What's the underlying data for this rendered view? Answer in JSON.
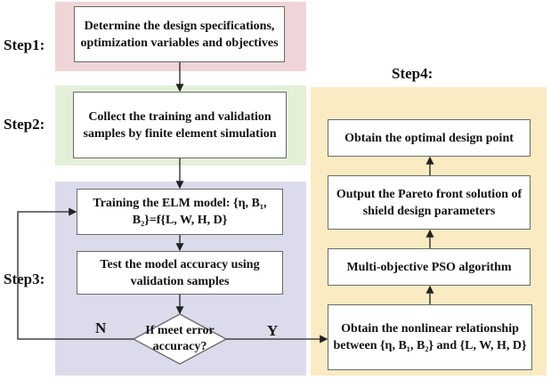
{
  "colors": {
    "step1_fill": "#efd5d8",
    "step2_fill": "#e4efd8",
    "step3_fill": "#dcdbec",
    "step4_fill": "#fbebc3",
    "border": "#6a6a6a",
    "arrow": "#222222"
  },
  "step_labels": {
    "step1": "Step1:",
    "step2": "Step2:",
    "step3": "Step3:",
    "step4": "Step4:"
  },
  "boxes": {
    "determine_specs": "Determine the design specifications, optimization variables and objectives",
    "collect_samples": "Collect the training and validation samples by finite element simulation",
    "train_elm": "Training the ELM model: {η, B₁, B₂}=f{L, W, H, D}",
    "test_accuracy": "Test the model accuracy using validation samples",
    "obtain_relationship": "Obtain the nonlinear relationship between {η, B₁, B₂} and {L, W, H, D}",
    "pso_algorithm": "Multi-objective PSO algorithm",
    "pareto_output": "Output the Pareto front solution of shield design parameters",
    "optimal_point": "Obtain the optimal design point"
  },
  "decision": {
    "text": "If meet error accuracy?",
    "no_label": "N",
    "yes_label": "Y"
  }
}
